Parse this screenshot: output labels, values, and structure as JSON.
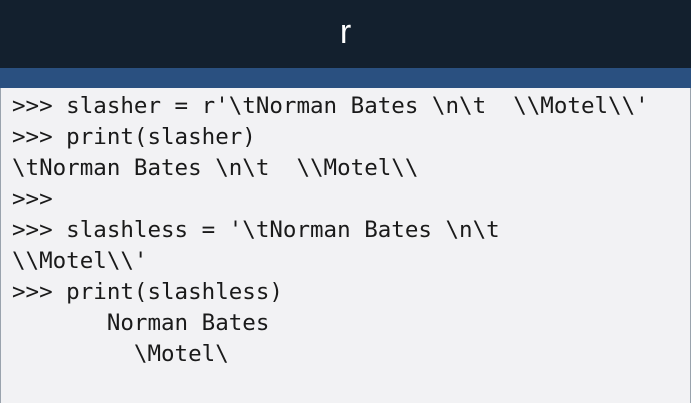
{
  "slide": {
    "title": "r",
    "colors": {
      "title_bar": "#13202e",
      "accent_bar": "#2a5080",
      "background": "#f2f2f4",
      "text": "#1a1a1a",
      "title_text": "#ffffff"
    }
  },
  "console": {
    "lines": [
      ">>> slasher = r'\\tNorman Bates \\n\\t  \\\\Motel\\\\'",
      ">>> print(slasher)",
      "\\tNorman Bates \\n\\t  \\\\Motel\\\\",
      ">>>",
      ">>> slashless = '\\tNorman Bates \\n\\t",
      "\\\\Motel\\\\'",
      ">>> print(slashless)",
      "       Norman Bates",
      "         \\Motel\\"
    ]
  }
}
